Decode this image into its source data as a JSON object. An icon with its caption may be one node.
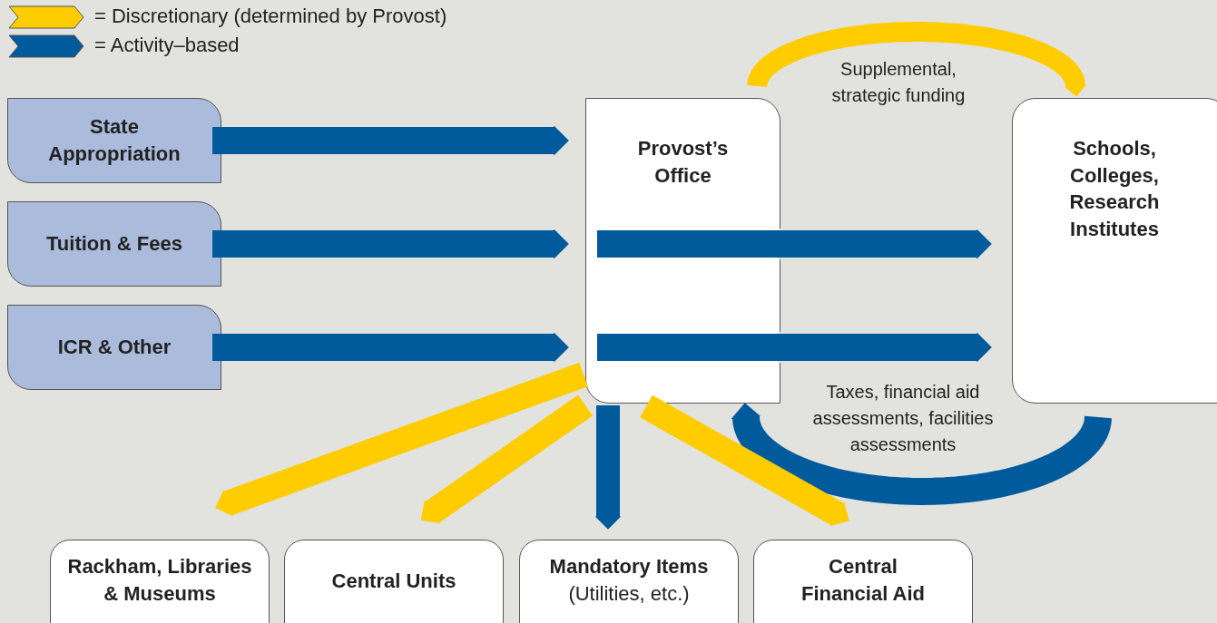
{
  "diagram": {
    "nodes": [
      {
        "text": [
          "State Appropriation"
        ]
      },
      {
        "text": [
          "Tuition & Fees"
        ]
      },
      {
        "text": [
          "ICR & Other"
        ]
      },
      {
        "text": [
          "Provost’s Office"
        ]
      },
      {
        "text": [
          "Schools, Colleges, Research Institutes"
        ]
      },
      {
        "text": [
          "Rackham, Libraries & Museums"
        ]
      },
      {
        "text": [
          "Central Units"
        ]
      },
      {
        "text": [
          "Mandatory Items",
          "(Utilities, etc.)"
        ]
      },
      {
        "text": [
          "Central Financial Aid"
        ]
      }
    ],
    "edges": [
      {
        "from": 0,
        "to": 3,
        "arrow": "to"
      },
      {
        "from": 1,
        "to": 3,
        "arrow": "to"
      },
      {
        "from": 2,
        "to": 3,
        "arrow": "to"
      },
      {
        "from": 3,
        "to": 4,
        "arrow": "to"
      },
      {
        "from": 3,
        "to": 4,
        "arrow": "to"
      },
      {
        "from": 3,
        "to": 4,
        "arrow": "to",
        "label": "Supplemental, strategic funding",
        "color": "#ffcc00"
      },
      {
        "from": 4,
        "to": 3,
        "arrow": "to",
        "label": "Taxes, financial aid assessments, facilities assessments"
      },
      {
        "from": 3,
        "to": 5,
        "arrow": "to",
        "color": "#ffcc00"
      },
      {
        "from": 3,
        "to": 6,
        "arrow": "to",
        "color": "#ffcc00"
      },
      {
        "from": 3,
        "to": 7,
        "arrow": "to"
      },
      {
        "from": 3,
        "to": 8,
        "arrow": "to",
        "color": "#ffcc00"
      }
    ],
    "legend": [
      {
        "text": "= Discretionary (determined by Provost)",
        "color": "#ffcc00"
      },
      {
        "text": "= Activity–based",
        "color": "#005a9c"
      }
    ]
  }
}
